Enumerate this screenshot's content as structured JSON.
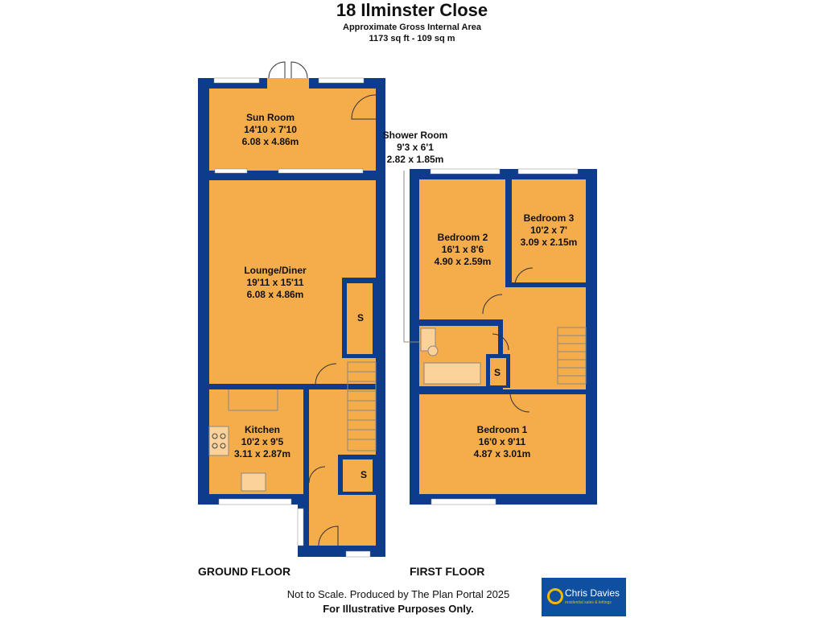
{
  "header": {
    "title": "18 Ilminster Close",
    "subtitle": "Approximate Gross Internal Area",
    "area": "1173 sq ft - 109 sq m"
  },
  "ground_floor": {
    "label": "GROUND FLOOR",
    "rooms": {
      "sun_room": {
        "name": "Sun Room",
        "imperial": "14'10 x 7'10",
        "metric": "6.08 x 4.86m"
      },
      "lounge": {
        "name": "Lounge/Diner",
        "imperial": "19'11 x 15'11",
        "metric": "6.08 x 4.86m"
      },
      "kitchen": {
        "name": "Kitchen",
        "imperial": "10'2 x 9'5",
        "metric": "3.11 x 2.87m"
      }
    },
    "storage_label_1": "S",
    "storage_label_2": "S"
  },
  "first_floor": {
    "label": "FIRST FLOOR",
    "rooms": {
      "shower": {
        "name": "Shower Room",
        "imperial": "9'3 x 6'1",
        "metric": "2.82 x 1.85m"
      },
      "bedroom2": {
        "name": "Bedroom 2",
        "imperial": "16'1 x 8'6",
        "metric": "4.90 x 2.59m"
      },
      "bedroom3": {
        "name": "Bedroom 3",
        "imperial": "10'2 x 7'",
        "metric": "3.09 x 2.15m"
      },
      "bedroom1": {
        "name": "Bedroom 1",
        "imperial": "16'0 x 9'11",
        "metric": "4.87 x 3.01m"
      }
    },
    "storage_label": "S"
  },
  "footer": {
    "note": "Not to Scale. Produced by The Plan Portal 2025",
    "disclaimer": "For Illustrative Purposes Only."
  },
  "logo": {
    "name": "Chris Davies",
    "tagline": "residential sales & lettings"
  },
  "colors": {
    "wall": "#0e3c8c",
    "floor": "#f5ac4a",
    "window": "#ffffff",
    "logo_bg": "#0e4fa0",
    "logo_accent": "#f5b800"
  }
}
